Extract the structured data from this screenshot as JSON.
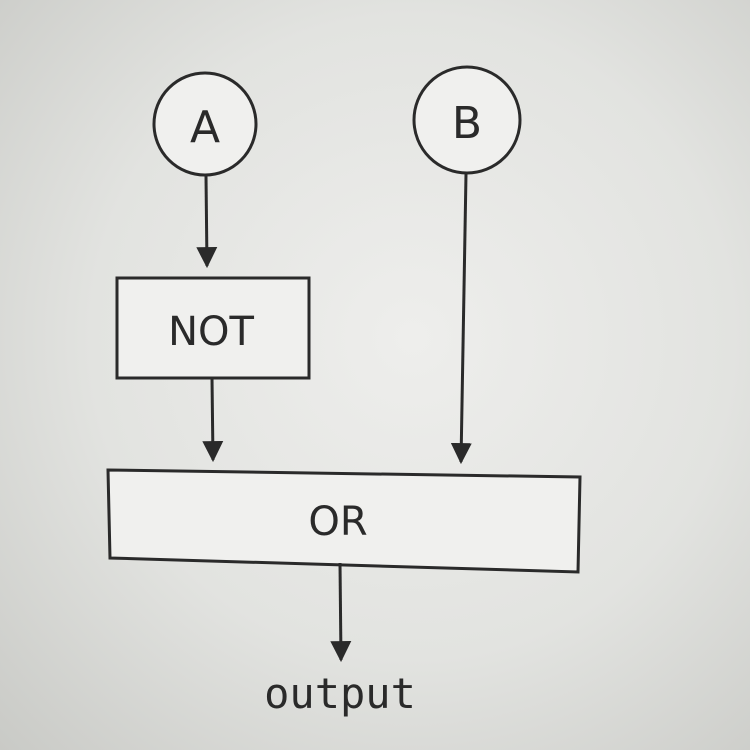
{
  "nodes": {
    "input_a": "A",
    "input_b": "B",
    "not_gate": "NOT",
    "or_gate": "OR",
    "output": "output"
  },
  "colors": {
    "stroke": "#2a2a2a",
    "fill": "#f0f0ee"
  }
}
